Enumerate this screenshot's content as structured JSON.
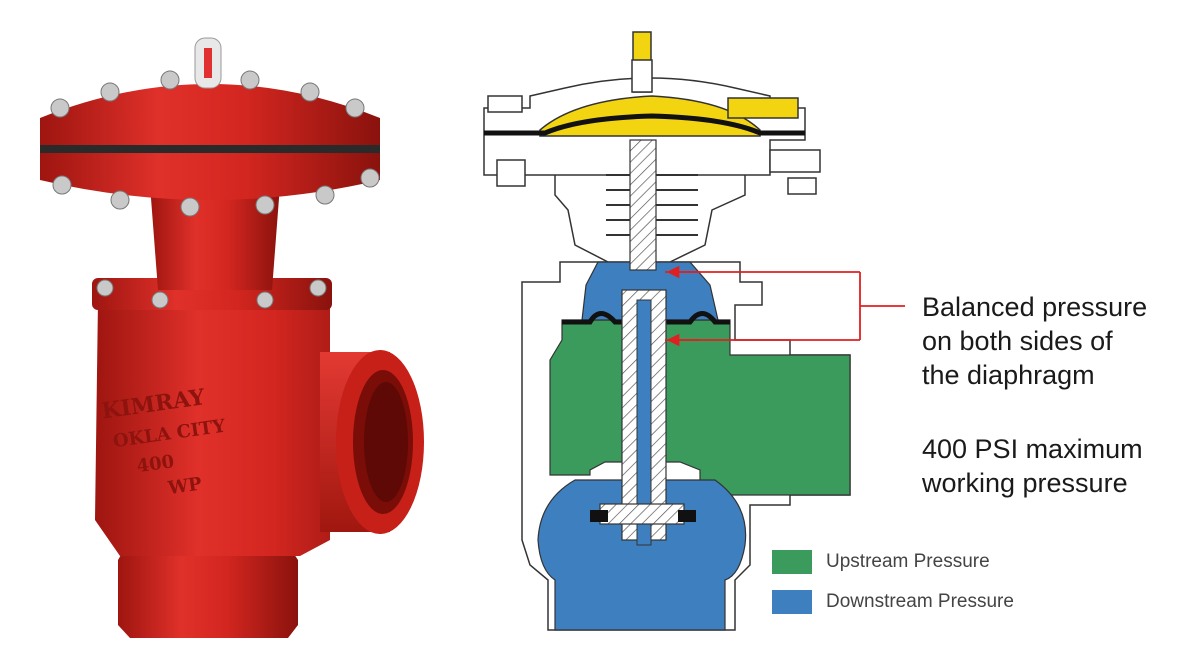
{
  "photo": {
    "body_markings": [
      "KIMRAY",
      "OKLA CITY",
      "400",
      "WP"
    ],
    "color": "#d9251f"
  },
  "callouts": {
    "balanced_pressure": [
      "Balanced pressure",
      "on both sides of",
      "the diaphragm"
    ],
    "max_pressure": [
      "400 PSI maximum",
      "working pressure"
    ]
  },
  "legend": {
    "upstream": {
      "label": "Upstream Pressure",
      "color": "#3a9b5c"
    },
    "downstream": {
      "label": "Downstream Pressure",
      "color": "#3d7fbf"
    }
  },
  "colors": {
    "diaphragm_cap": "#f2d411",
    "arrow": "#e02020",
    "body_outline": "#333333"
  }
}
